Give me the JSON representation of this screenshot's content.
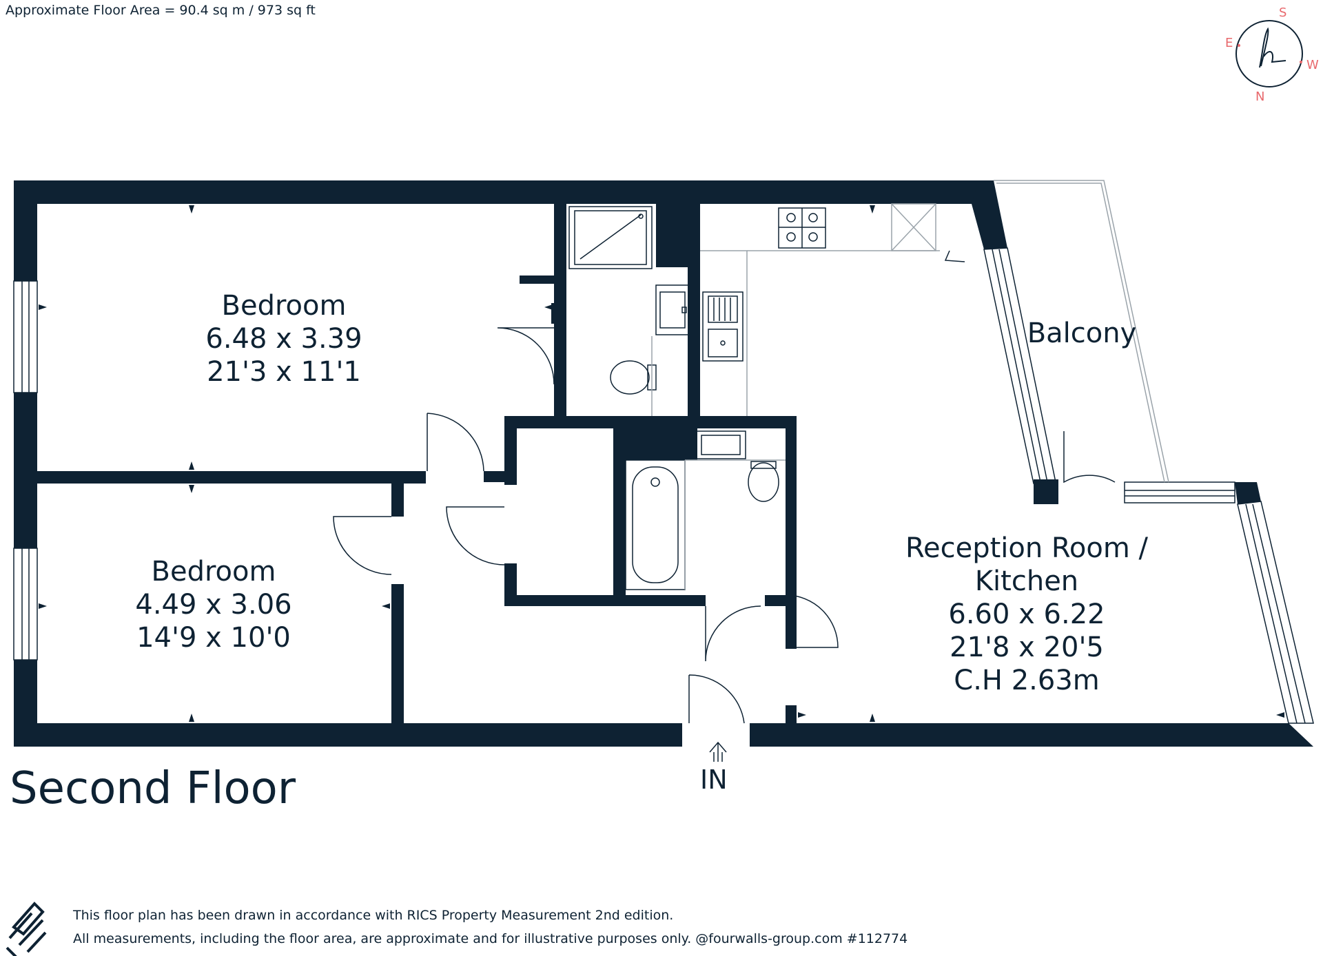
{
  "header": {
    "area_text": "Approximate Floor Area = 90.4 sq m / 973 sq ft"
  },
  "floor_title": "Second Floor",
  "rooms": {
    "bedroom1": {
      "name": "Bedroom",
      "metric": "6.48 x 3.39",
      "imperial": "21'3 x 11'1"
    },
    "bedroom2": {
      "name": "Bedroom",
      "metric": "4.49 x 3.06",
      "imperial": "14'9 x 10'0"
    },
    "reception": {
      "name_line1": "Reception Room /",
      "name_line2": "Kitchen",
      "metric": "6.60 x 6.22",
      "imperial": "21'8 x 20'5",
      "ceiling": "C.H 2.63m"
    },
    "balcony": {
      "name": "Balcony"
    }
  },
  "entrance": {
    "label": "IN"
  },
  "compass": {
    "s": "S",
    "e": "E",
    "w": "W",
    "n": "N",
    "color": "#e8686c"
  },
  "colors": {
    "wall": "#0e2233",
    "text": "#0e2233",
    "line": "#9aa3aa"
  },
  "icons": {
    "logo": "fourwalls-logo-icon",
    "brand": "h-monogram-icon",
    "entry": "arrow-up-icon"
  },
  "footer": {
    "line1": "This floor plan has been drawn in accordance with RICS Property Measurement 2nd edition.",
    "line2": "All measurements, including the floor area, are approximate and for illustrative purposes only. @fourwalls-group.com #112774"
  }
}
